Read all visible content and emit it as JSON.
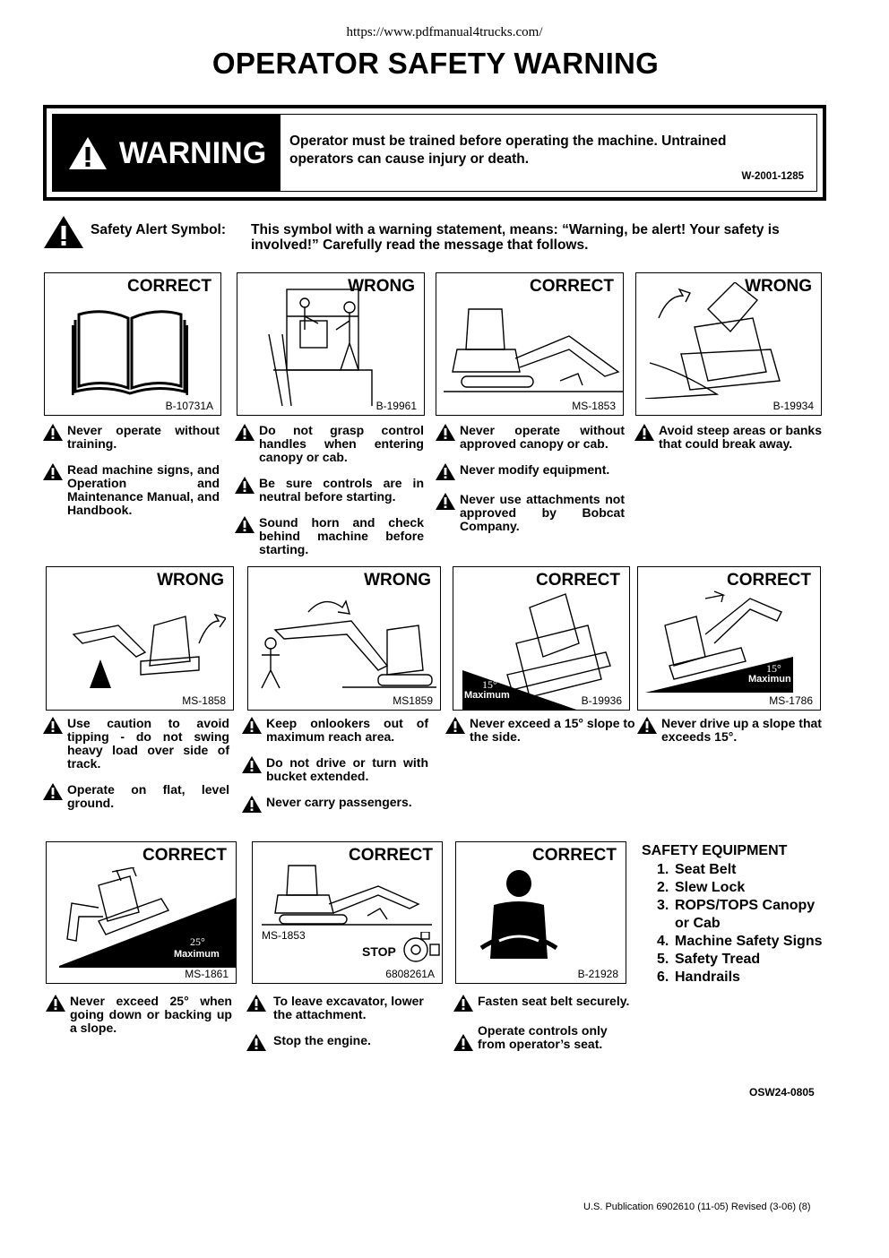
{
  "url": "https://www.pdfmanual4trucks.com/",
  "title": "OPERATOR SAFETY WARNING",
  "warning": {
    "label": "WARNING",
    "text": "Operator must be trained before operating the machine. Untrained operators can cause injury or death.",
    "code": "W-2001-1285"
  },
  "safety_alert": {
    "label": "Safety Alert Symbol:",
    "text": "This symbol with a warning statement, means: “Warning, be alert! Your safety is involved!” Carefully read the message that follows."
  },
  "row1": [
    {
      "label": "CORRECT",
      "code": "B-10731A",
      "items": [
        "Never operate without training.",
        "Read machine signs, and Operation and Maintenance Manual, and Handbook."
      ]
    },
    {
      "label": "WRONG",
      "code": "B-19961",
      "items": [
        "Do not grasp control handles when entering canopy or cab.",
        "Be sure controls are in neutral before starting.",
        "Sound horn and check behind machine before starting."
      ]
    },
    {
      "label": "CORRECT",
      "code": "MS-1853",
      "items": [
        "Never operate without approved canopy or cab.",
        "Never modify equipment.",
        "Never use attachments not approved by Bobcat Company."
      ]
    },
    {
      "label": "WRONG",
      "code": "B-19934",
      "items": [
        "Avoid steep areas or banks that could break away."
      ]
    }
  ],
  "row2": [
    {
      "label": "WRONG",
      "code": "MS-1858",
      "items": [
        "Use caution to avoid tipping - do not swing heavy load over side of track.",
        "Operate on flat, level ground."
      ]
    },
    {
      "label": "WRONG",
      "code": "MS1859",
      "items": [
        "Keep onlookers out of maximum reach area.",
        "Do not drive or turn with bucket extended.",
        "Never carry passengers."
      ]
    },
    {
      "label": "CORRECT",
      "code": "B-19936",
      "slope": "15°",
      "slope_label": "Maximum",
      "items": [
        "Never exceed a 15° slope to the side."
      ]
    },
    {
      "label": "CORRECT",
      "code": "MS-1786",
      "slope": "15°",
      "slope_label": "Maximun",
      "items": [
        "Never drive up a slope that exceeds 15°."
      ]
    }
  ],
  "row3": [
    {
      "label": "CORRECT",
      "code": "MS-1861",
      "slope": "25°",
      "slope_label": "Maximum",
      "items": [
        "Never exceed 25° when going down or backing up a slope."
      ]
    },
    {
      "label": "CORRECT",
      "code": "6808261A",
      "code2": "MS-1853",
      "stop": "STOP",
      "items": [
        "To leave excavator, lower the attachment.",
        "Stop the engine."
      ]
    },
    {
      "label": "CORRECT",
      "code": "B-21928",
      "items": [
        "Fasten seat belt securely.",
        "Operate controls only from operator’s seat."
      ]
    }
  ],
  "equipment": {
    "title": "SAFETY EQUIPMENT",
    "items": [
      {
        "num": "1.",
        "text": "Seat Belt"
      },
      {
        "num": "2.",
        "text": "Slew Lock"
      },
      {
        "num": "3.",
        "text": "ROPS/TOPS Canopy"
      },
      {
        "num": "",
        "text": "or Cab"
      },
      {
        "num": "4.",
        "text": "Machine Safety Signs"
      },
      {
        "num": "5.",
        "text": "Safety Tread"
      },
      {
        "num": "6.",
        "text": "Handrails"
      }
    ]
  },
  "doc_code": "OSW24-0805",
  "publication": "U.S. Publication 6902610 (11-05) Revised (3-06) (8)"
}
